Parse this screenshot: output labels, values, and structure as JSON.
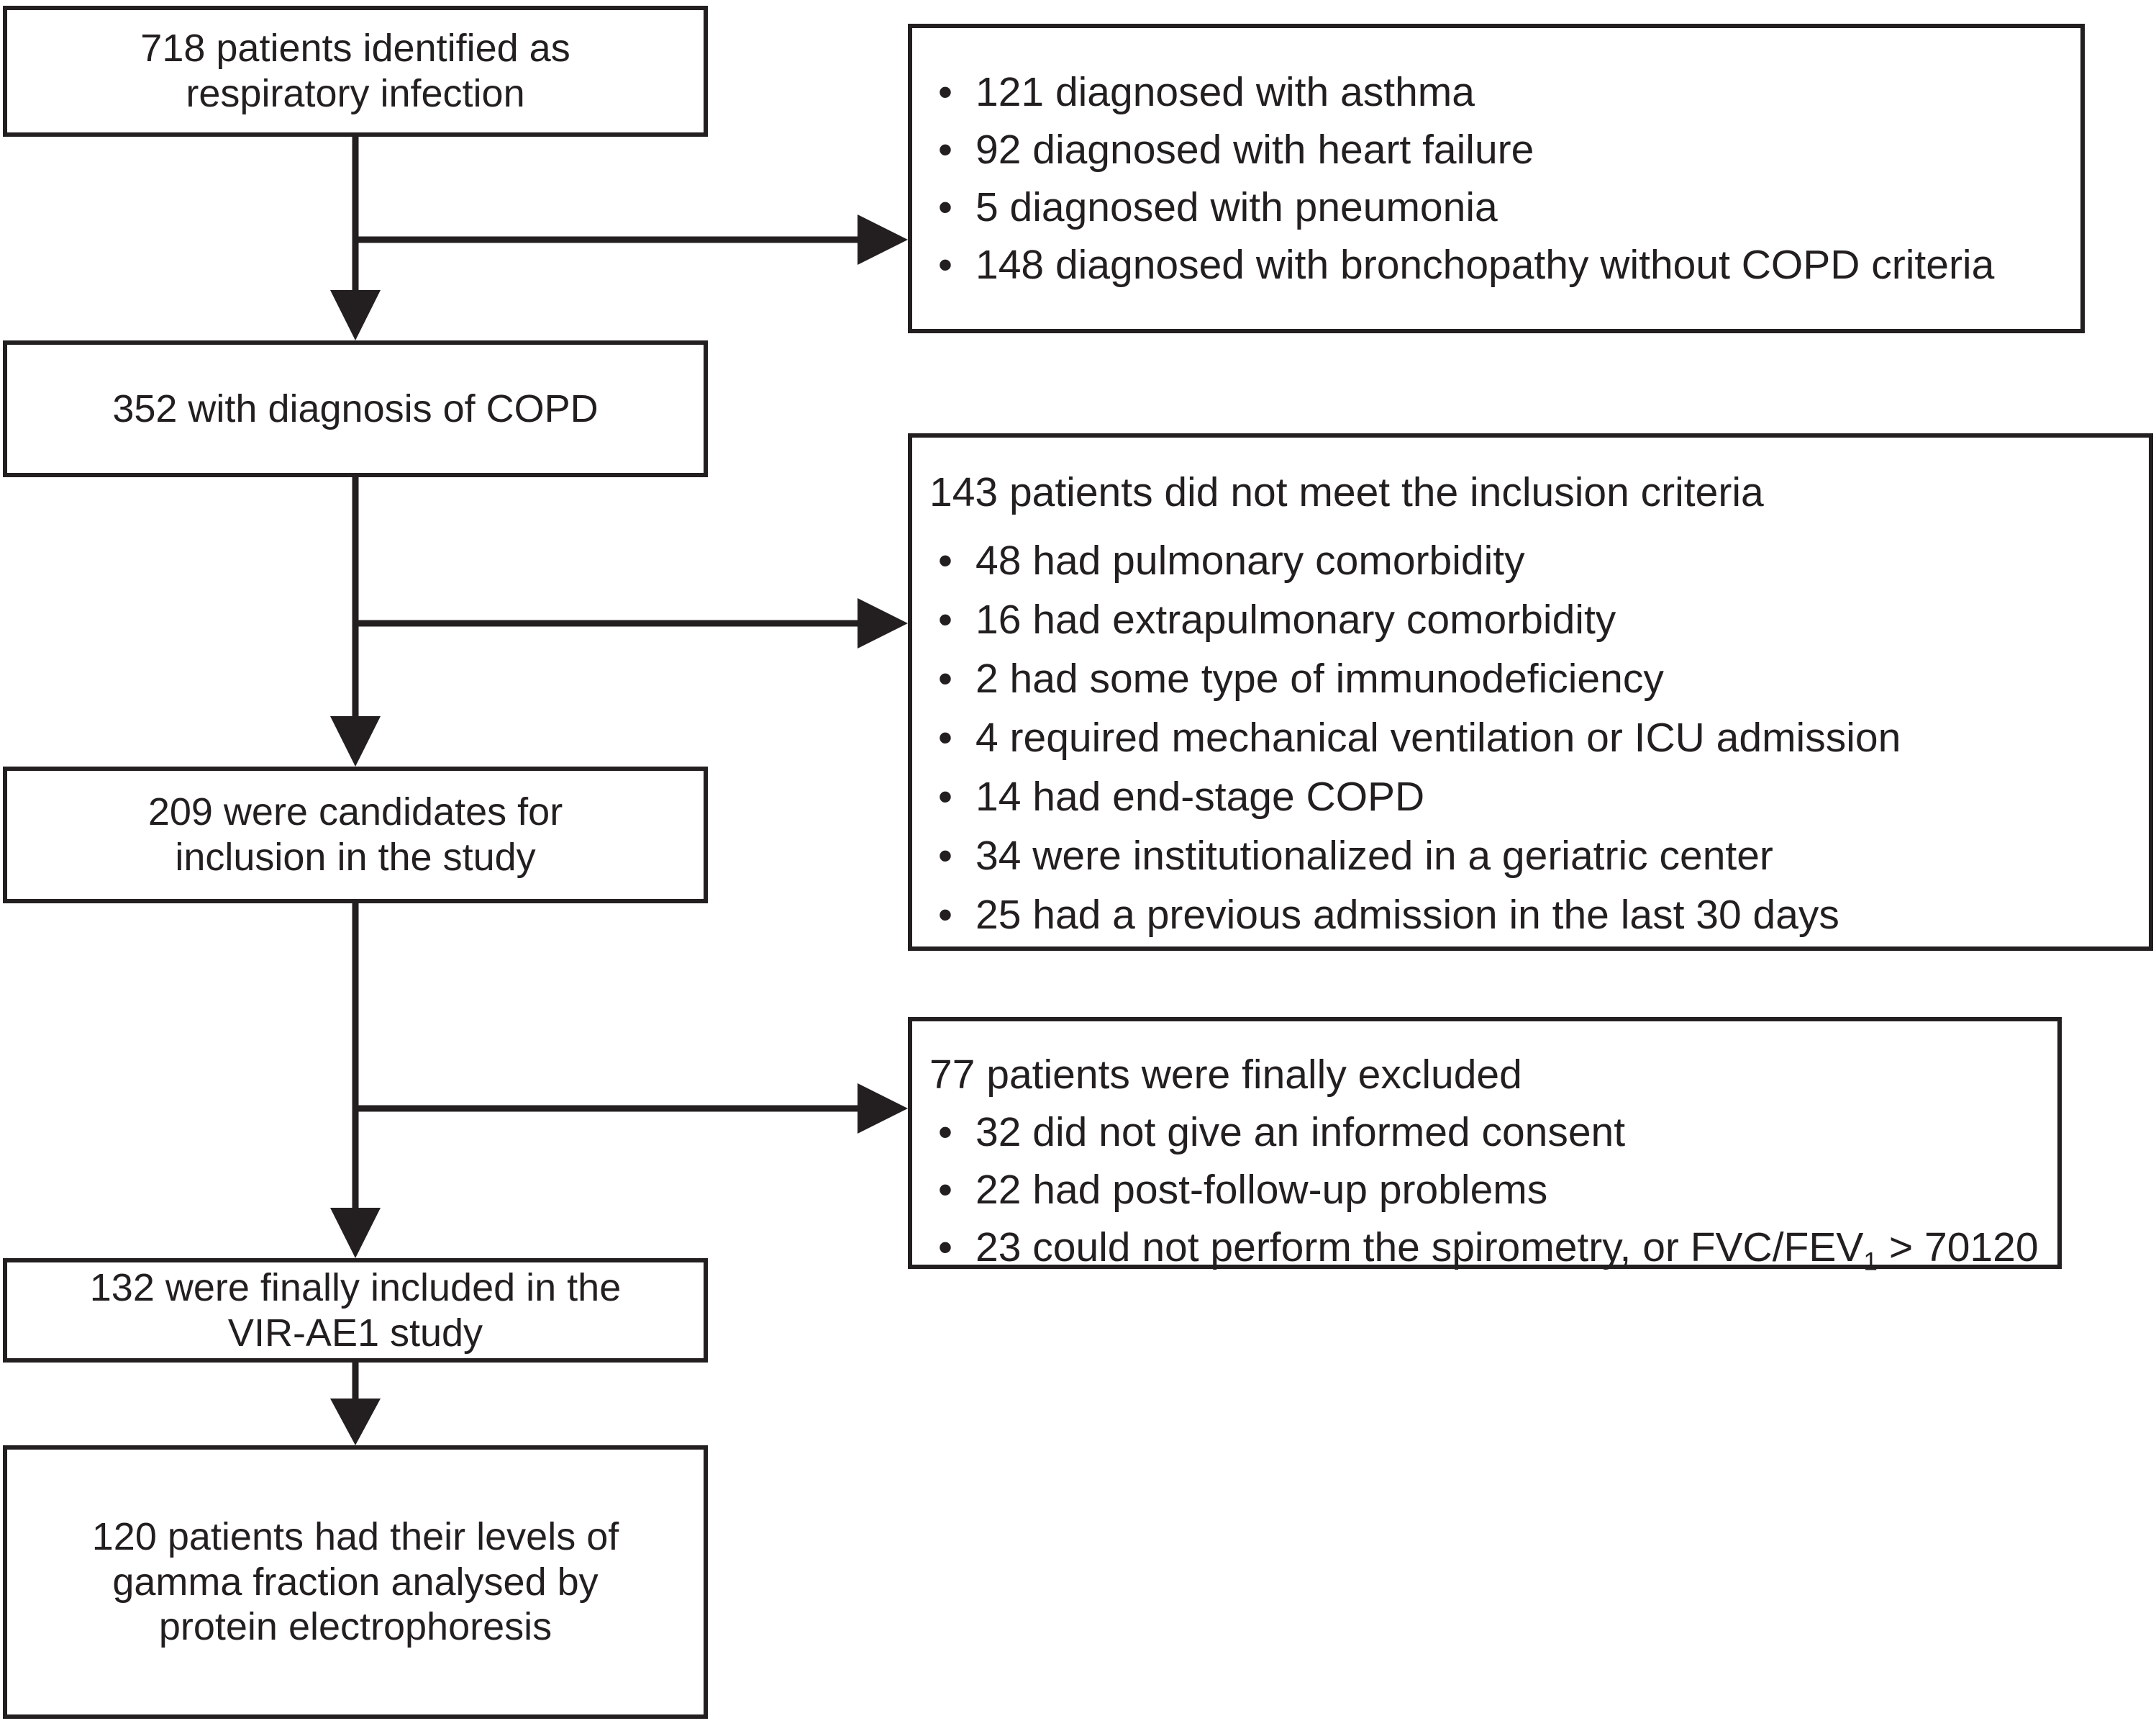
{
  "figure": {
    "background": "#ffffff",
    "line_color": "#231f20",
    "flow_boxes": [
      {
        "text": "718 patients identified as\nrespiratory infection"
      },
      {
        "text": "352 with diagnosis of COPD"
      },
      {
        "text": "209 were candidates for\ninclusion in the study"
      },
      {
        "text": "132 were finally included in the\nVIR-AE1 study"
      },
      {
        "text": "120 patients had their levels of\ngamma fraction analysed by\nprotein electrophoresis"
      }
    ],
    "side_boxes": [
      {
        "items": [
          "121 diagnosed with asthma",
          "92 diagnosed with heart failure",
          "5 diagnosed with pneumonia",
          "148 diagnosed with bronchopathy without COPD criteria"
        ]
      },
      {
        "header": "143 patients did not meet the inclusion criteria",
        "items": [
          "48 had pulmonary comorbidity",
          "16 had extrapulmonary comorbidity",
          "2 had some type of immunodeficiency",
          "4 required mechanical ventilation or ICU admission",
          "14 had end-stage COPD",
          "34 were institutionalized in a geriatric center",
          "25 had a previous admission in the last 30 days"
        ]
      },
      {
        "header": "77 patients were finally excluded",
        "items": [
          "32 did not give an informed consent",
          "22 had post-follow-up problems",
          {
            "prefix": "23 could not perform the spirometry, or FVC/FEV",
            "sub": "1",
            "suffix": " > 70120"
          }
        ]
      }
    ]
  }
}
